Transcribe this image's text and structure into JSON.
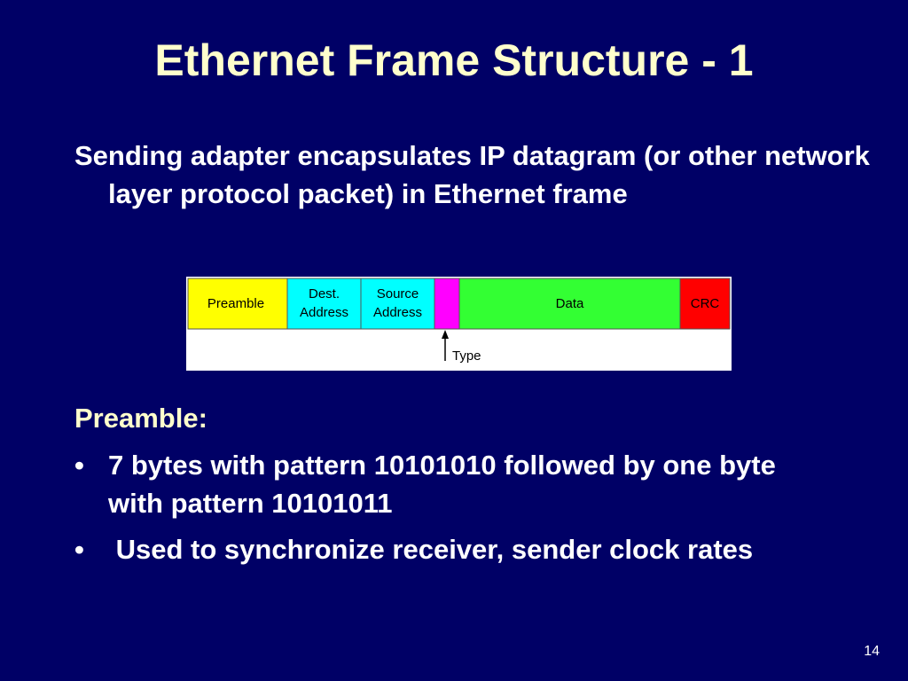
{
  "slide": {
    "title": "Ethernet Frame Structure - 1",
    "intro": "Sending adapter encapsulates IP datagram (or other network layer protocol packet) in Ethernet frame",
    "section_heading": "Preamble:",
    "bullets": [
      "7 bytes with pattern 10101010 followed by one byte with pattern 10101011",
      " Used to synchronize receiver, sender clock rates"
    ],
    "bullet_marker": "•",
    "page_number": "14"
  },
  "frame_diagram": {
    "fields": [
      {
        "line1": "Preamble",
        "line2": "",
        "color": "#ffff00"
      },
      {
        "line1": "Dest.",
        "line2": "Address",
        "color": "#00ffff"
      },
      {
        "line1": "Source",
        "line2": "Address",
        "color": "#00ffff"
      },
      {
        "line1": "",
        "line2": "",
        "color": "#ff00ff"
      },
      {
        "line1": "Data",
        "line2": "",
        "color": "#33ff33"
      },
      {
        "line1": "CRC",
        "line2": "",
        "color": "#ff0000"
      }
    ],
    "type_label": "Type"
  },
  "colors": {
    "background": "#000066",
    "title": "#ffffcc",
    "body_text": "#ffffff",
    "heading": "#ffffcc"
  }
}
